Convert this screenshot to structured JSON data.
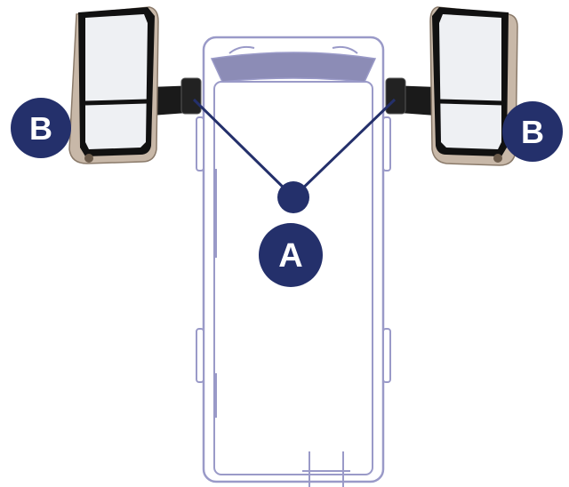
{
  "callouts": {
    "a": {
      "label": "A",
      "target": "mirror-mount-points"
    },
    "b_left": {
      "label": "B",
      "target": "left-mirror-glass"
    },
    "b_right": {
      "label": "B",
      "target": "right-mirror-glass"
    }
  },
  "colors": {
    "badge": "#24306b",
    "vehicle_outline": "#9a9ac8",
    "vehicle_fill": "#ffffff",
    "windshield": "#8c8cb6",
    "mirror_bezel": "#111111",
    "mirror_housing": "#c8b8a8",
    "mirror_glass": "#eef0f3",
    "mirror_arm": "#1a1a1a"
  },
  "icons": {
    "vehicle": "bus-top-view-outline",
    "mirror": "side-mirror"
  }
}
